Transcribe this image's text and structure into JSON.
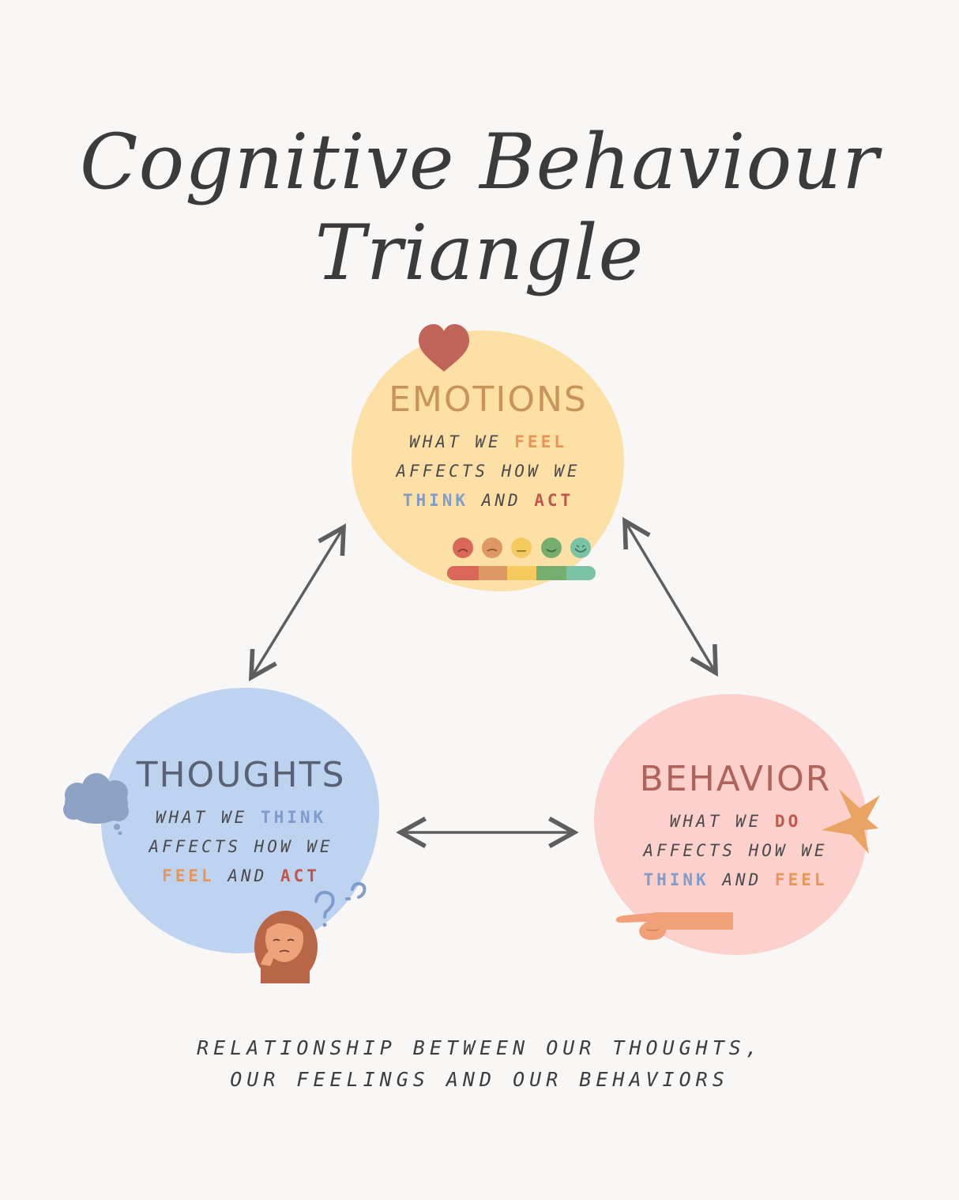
{
  "title": {
    "line1": "Cognitive Behaviour",
    "line2": "Triangle"
  },
  "nodes": {
    "emotions": {
      "heading": "EMOTIONS",
      "line1_a": "WHAT WE ",
      "line1_hl": "FEEL",
      "line2": "AFFECTS HOW WE",
      "line3_hl1": "THINK",
      "line3_mid": " AND ",
      "line3_hl2": "ACT",
      "fill": "#fde0a6",
      "heading_color": "#c9935c"
    },
    "thoughts": {
      "heading": "THOUGHTS",
      "line1_a": "WHAT WE ",
      "line1_hl": "THINK",
      "line2": "AFFECTS HOW WE",
      "line3_hl1": "FEEL",
      "line3_mid": " AND ",
      "line3_hl2": "ACT",
      "fill": "#bed3ef",
      "heading_color": "#5b6175"
    },
    "behavior": {
      "heading": "BEHAVIOR",
      "line1_a": "WHAT WE ",
      "line1_hl": "DO",
      "line2": "AFFECTS HOW WE",
      "line3_hl1": "THINK",
      "line3_mid": " AND ",
      "line3_hl2": "FEEL",
      "fill": "#fdd1cb",
      "heading_color": "#b0625c"
    }
  },
  "highlight_colors": {
    "feel": "#e8955a",
    "think": "#7f9ccc",
    "act": "#c0564c",
    "do": "#c0564c"
  },
  "mood_scale": [
    "#d96858",
    "#dd9865",
    "#f5ca5e",
    "#76ae70",
    "#7bc3a4"
  ],
  "icons": [
    "heart-icon",
    "mood-scale-icon",
    "thought-cloud-icon",
    "thinking-woman-icon",
    "question-marks-icon",
    "starburst-icon",
    "pointing-hand-icon"
  ],
  "footer": {
    "line1": "RELATIONSHIP BETWEEN OUR THOUGHTS,",
    "line2": "OUR FEELINGS AND OUR BEHAVIORS"
  }
}
